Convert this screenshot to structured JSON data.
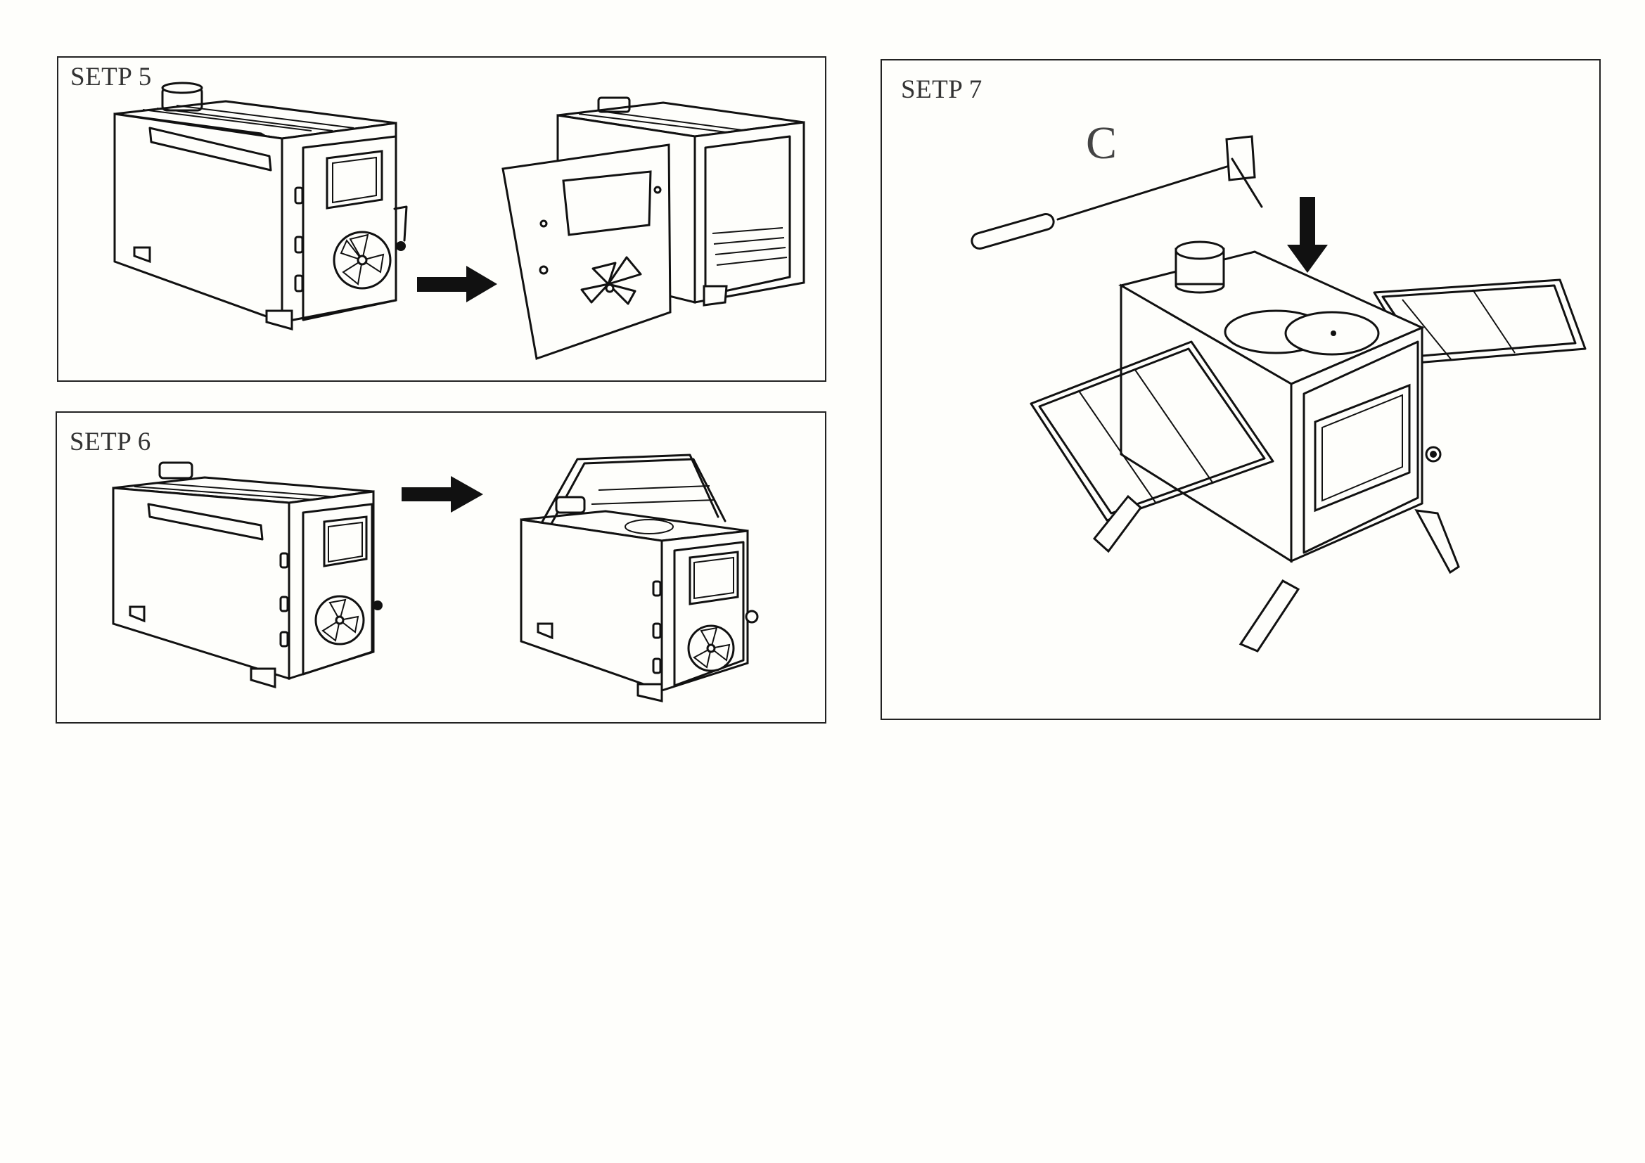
{
  "steps": [
    {
      "label": "SETP 5"
    },
    {
      "label": "SETP 6"
    },
    {
      "label": "SETP 7"
    }
  ],
  "step7": {
    "callout": "C"
  },
  "icons": {
    "arrow": "right-arrow-icon",
    "down_arrow": "down-arrow-icon"
  }
}
